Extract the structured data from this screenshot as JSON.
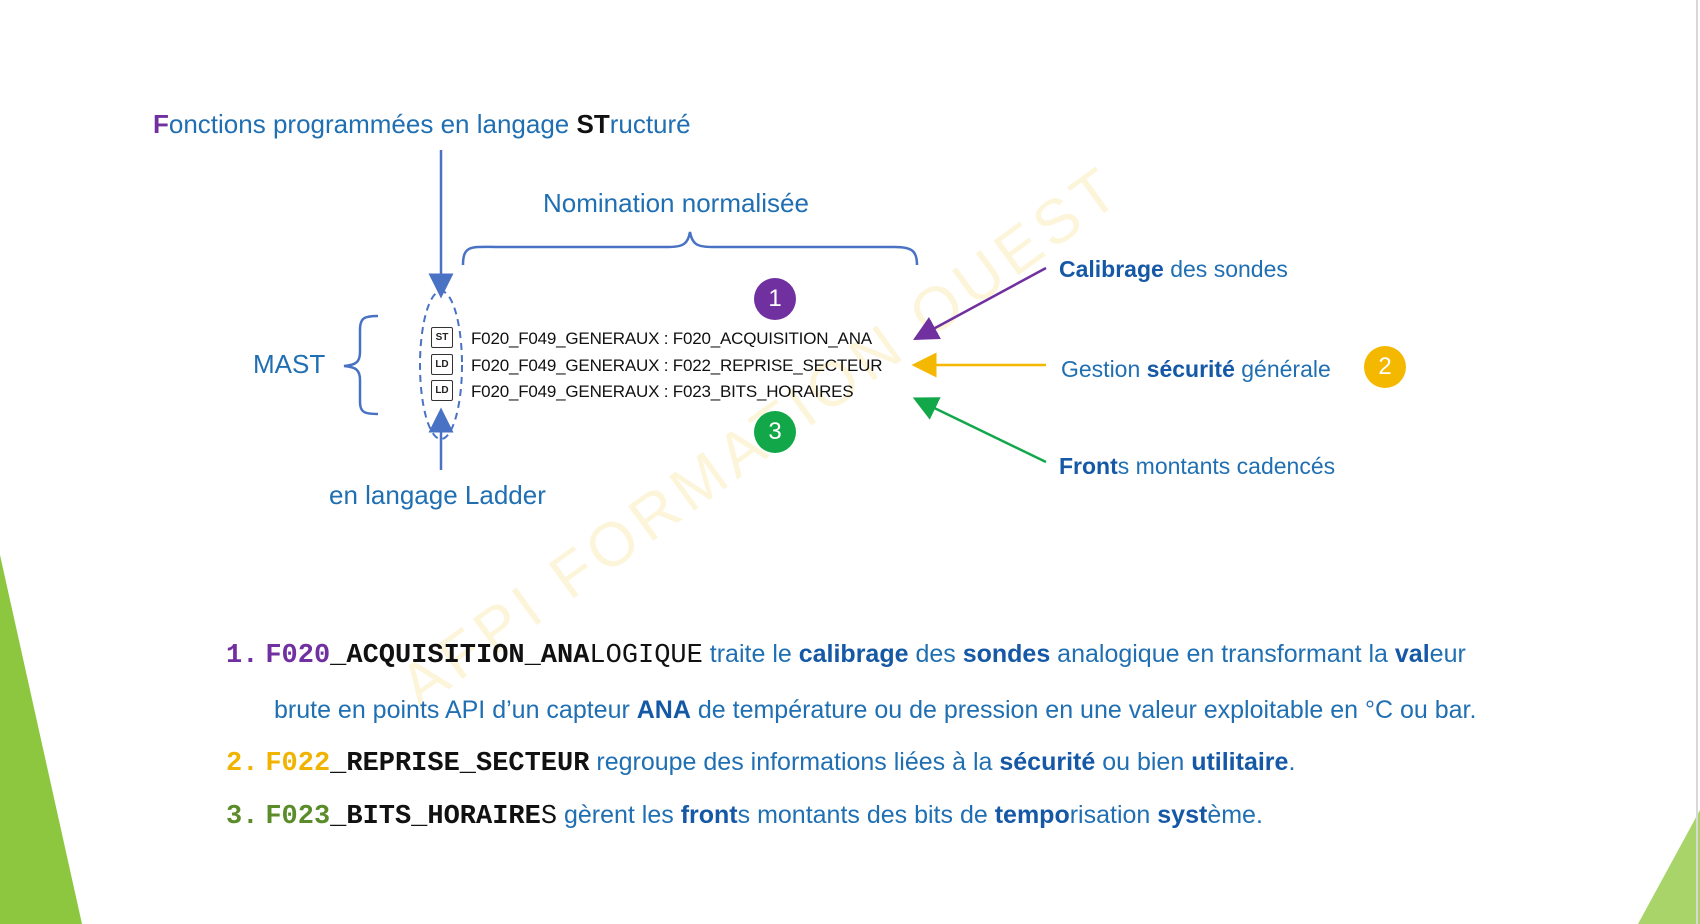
{
  "colors": {
    "purple": "#7030a0",
    "gold": "#f5b800",
    "green": "#12a84a",
    "blue": "#1f6fb2",
    "slide_green": "#8dc63f"
  },
  "header": {
    "st_title_prefix": "F",
    "st_title_mid": "onctions programmées en langage ",
    "st_title_bold": "ST",
    "st_title_suffix": "ructuré",
    "nomination": "Nomination normalisée",
    "mast": "MAST",
    "ladder": "en langage Ladder"
  },
  "program_list": {
    "rows": [
      {
        "icon": "ST",
        "text": "F020_F049_GENERAUX : F020_ACQUISITION_ANA"
      },
      {
        "icon": "LD",
        "text": "F020_F049_GENERAUX : F022_REPRISE_SECTEUR"
      },
      {
        "icon": "LD",
        "text": "F020_F049_GENERAUX : F023_BITS_HORAIRES"
      }
    ]
  },
  "badges": {
    "one": "1",
    "two": "2",
    "three": "3"
  },
  "annotations": {
    "calibrage_bold": "Calibrage",
    "calibrage_rest": " des sondes",
    "gestion_pre": "Gestion ",
    "gestion_bold": "sécurité",
    "gestion_rest": " générale",
    "fronts_bold": "Front",
    "fronts_rest": "s montants cadencés"
  },
  "watermark": "AFPI FORMATION OUEST",
  "list": {
    "item1": {
      "num": "1.",
      "code_colored": "F020",
      "code_bold": "_ACQUISITION_ANA",
      "code_thin": "LOGIQUE",
      "t1": " traite le ",
      "b1": "calibrage",
      "t2": " des ",
      "b2": "sondes",
      "t3": " analogique en transformant la ",
      "b3": "val",
      "t4": "eur",
      "line2_a": "brute en points API d’un capteur ",
      "line2_b": "ANA",
      "line2_c": " de température ou de pression en une valeur exploitable en °C ou bar."
    },
    "item2": {
      "num": "2.",
      "code_colored": "F022",
      "code_bold": "_REPRISE_SECTEUR",
      "t1": " regroupe des informations liées à la ",
      "b1": "sécurité",
      "t2": " ou bien ",
      "b2": "utilitaire",
      "t3": "."
    },
    "item3": {
      "num": "3.",
      "code_colored": "F023",
      "code_bold": "_BITS_HORAIRE",
      "code_thin": "S",
      "t1": " gèrent les ",
      "b1": "front",
      "t2": "s montants des bits de ",
      "b2": "tempo",
      "t3": "risation ",
      "b3": "syst",
      "t4": "ème."
    }
  }
}
